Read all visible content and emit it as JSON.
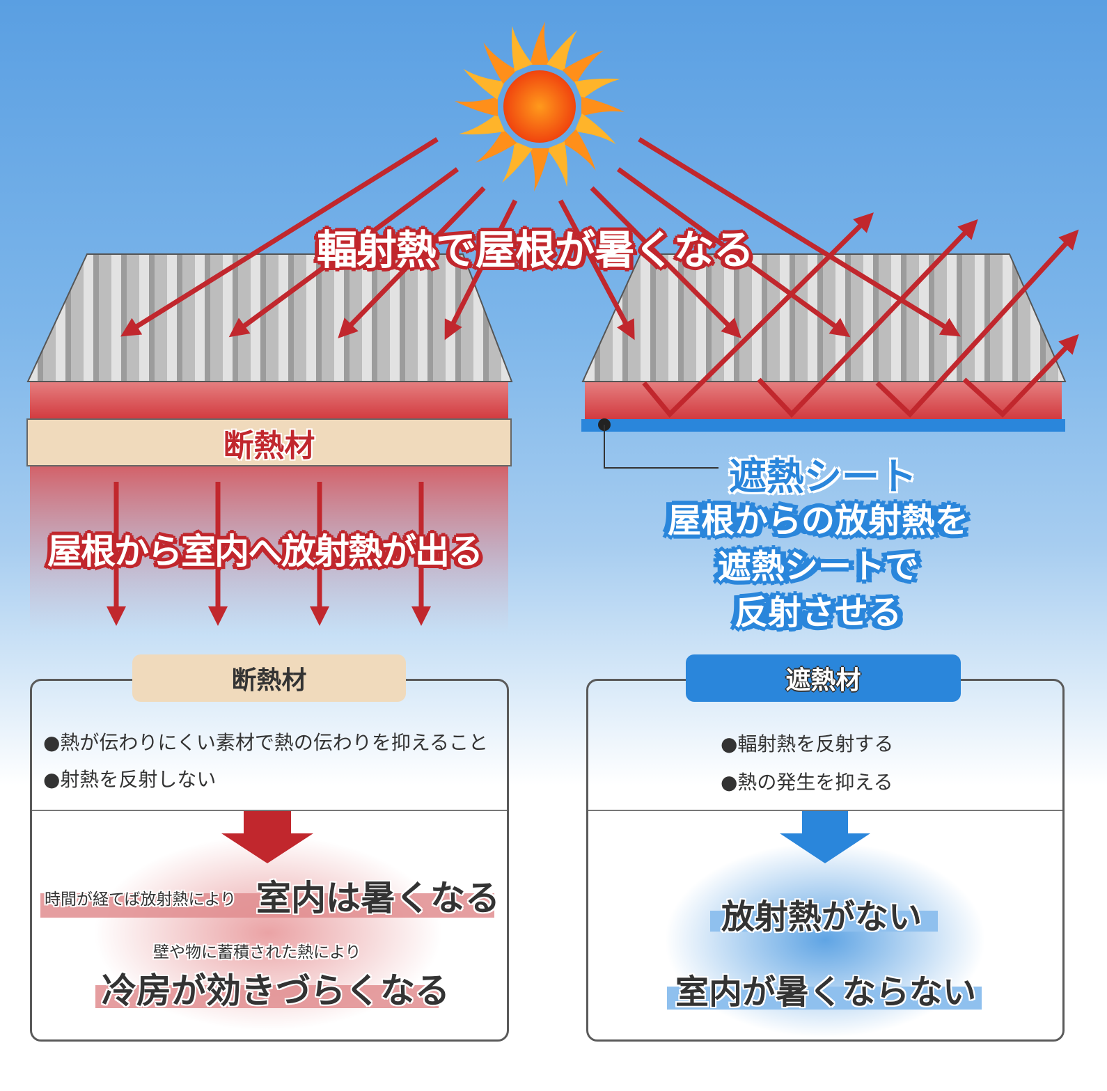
{
  "title": "輻射熱で屋根が暑くなる",
  "left": {
    "insulation_label": "断熱材",
    "heat_caption": "屋根から室内へ放射熱が出る",
    "card": {
      "tab": "断熱材",
      "bullets": [
        "●熱が伝わりにくい素材で熱の伝わりを抑えること",
        "●射熱を反射しない"
      ],
      "result1_small": "時間が経てば放射熱により",
      "result1_big": "室内は暑くなる",
      "result2_small": "壁や物に蓄積された熱により",
      "result2_big": "冷房が効きづらくなる"
    }
  },
  "right": {
    "sheet_label": "遮熱シート",
    "caption_lines": [
      "屋根からの放射熱を",
      "遮熱シートで",
      "反射させる"
    ],
    "card": {
      "tab": "遮熱材",
      "bullets": [
        "●輻射熱を反射する",
        "●熱の発生を抑える"
      ],
      "result1": "放射熱がない",
      "result2": "室内が暑くならない"
    }
  },
  "colors": {
    "red": "#c1272d",
    "blue": "#2a86db",
    "beige": "#f0dabc",
    "sun": "#ff6a1a"
  }
}
